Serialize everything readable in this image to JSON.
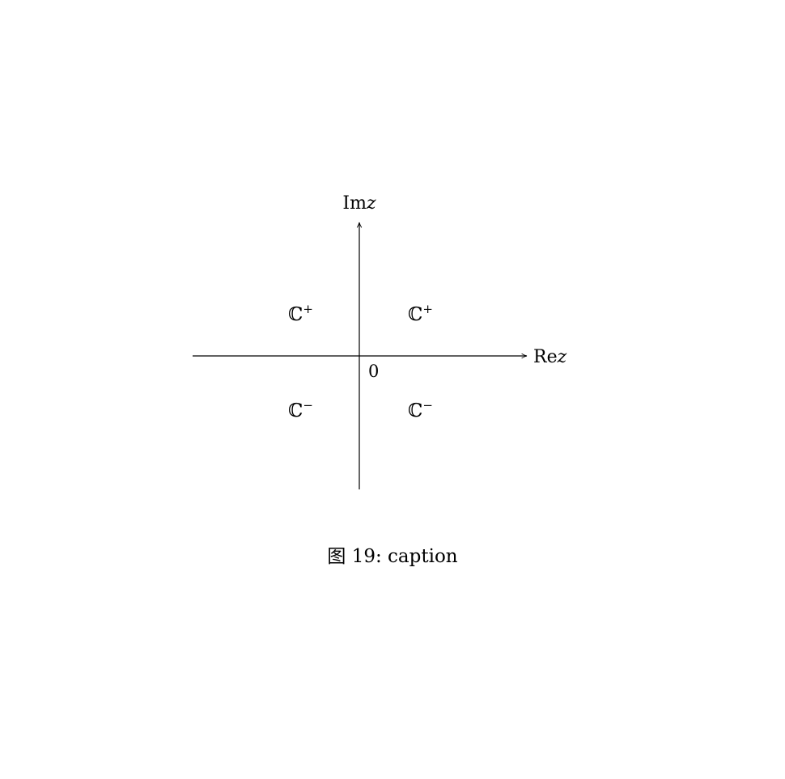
{
  "axes": {
    "imaginary_label": {
      "prefix": "Im",
      "var": "z"
    },
    "real_label": {
      "prefix": "Re",
      "var": "z"
    },
    "origin_label": "0"
  },
  "quadrants": {
    "upper_left": {
      "base": "ℂ",
      "sup": "+"
    },
    "upper_right": {
      "base": "ℂ",
      "sup": "+"
    },
    "lower_left": {
      "base": "ℂ",
      "sup": "−"
    },
    "lower_right": {
      "base": "ℂ",
      "sup": "−"
    }
  },
  "caption": {
    "text": "图 19: caption"
  }
}
